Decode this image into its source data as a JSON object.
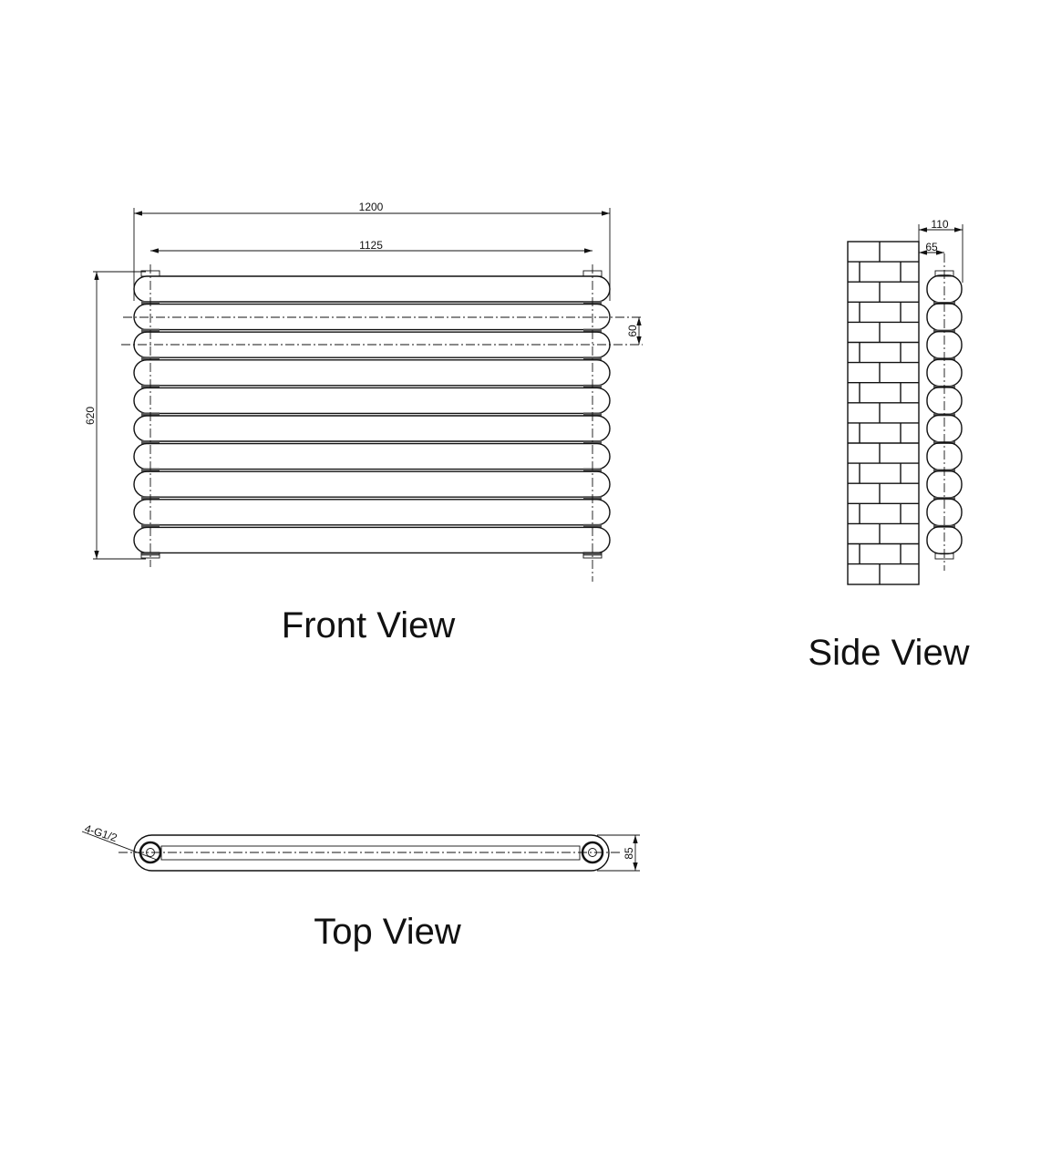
{
  "front_view": {
    "title": "Front View",
    "dims": {
      "overall_width": "1200",
      "centres": "1125",
      "height": "620",
      "tube_pitch": "60"
    },
    "tube_count": 10
  },
  "side_view": {
    "title": "Side View",
    "dims": {
      "depth": "110",
      "wall_to_centre": "65"
    }
  },
  "top_view": {
    "title": "Top View",
    "dims": {
      "connections": "4-G1/2",
      "depth": "85"
    }
  },
  "colors": {
    "line": "#111111",
    "background": "#ffffff"
  }
}
